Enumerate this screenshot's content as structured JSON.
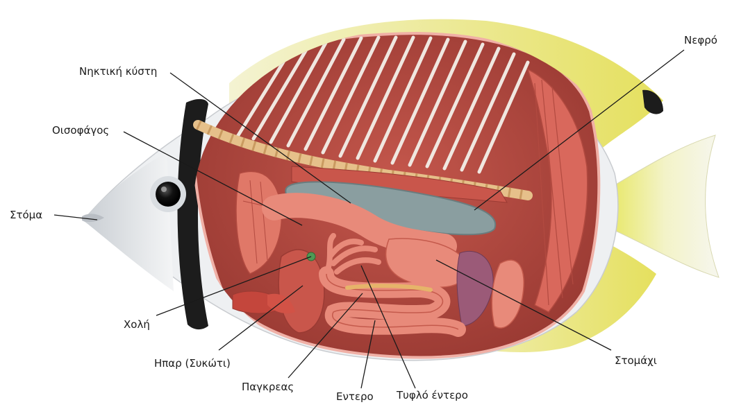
{
  "diagram": {
    "labels": {
      "swim_bladder": "Νηκτική κύστη",
      "kidney": "Νεφρό",
      "esophagus": "Οισοφάγος",
      "mouth": "Στόμα",
      "gallbladder": "Χολή",
      "liver": "Ηπαρ (Συκώτι)",
      "pancreas": "Παγκρεας",
      "intestine": "Εντερο",
      "caecum": "Τυφλό έντερο",
      "stomach": "Στομάχι"
    },
    "colors": {
      "fin_yellow": "#e8e36a",
      "body_white": "#eef0f2",
      "cavity": "#b3453c",
      "muscle": "#d9685c",
      "organ_pink": "#e88a7a",
      "bladder_grey": "#8a9ea0",
      "stripe_black": "#1c1c1c"
    }
  }
}
